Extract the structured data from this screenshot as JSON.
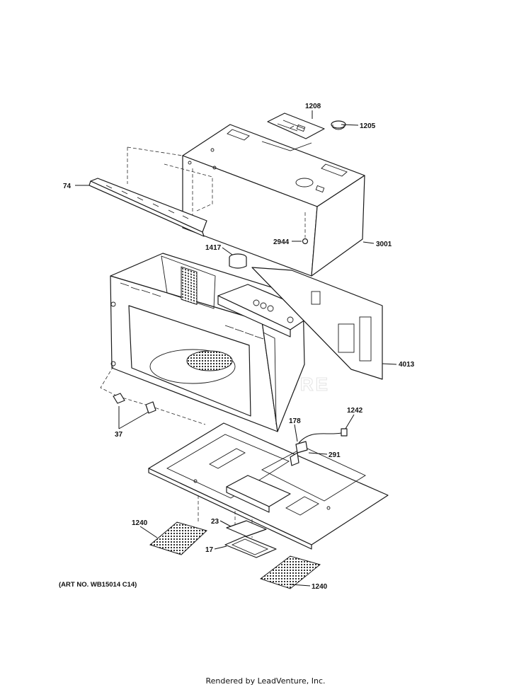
{
  "art_number": "(ART NO. WB15014 C14)",
  "watermark": "LEADVENTURE",
  "footer": "Rendered by LeadVenture, Inc.",
  "callouts": {
    "c1208": "1208",
    "c1205": "1205",
    "c74": "74",
    "c2944": "2944",
    "c3001": "3001",
    "c1417": "1417",
    "c4013": "4013",
    "c37": "37",
    "c178": "178",
    "c1242": "1242",
    "c291": "291",
    "c1240a": "1240",
    "c23": "23",
    "c17": "17",
    "c1240b": "1240"
  }
}
